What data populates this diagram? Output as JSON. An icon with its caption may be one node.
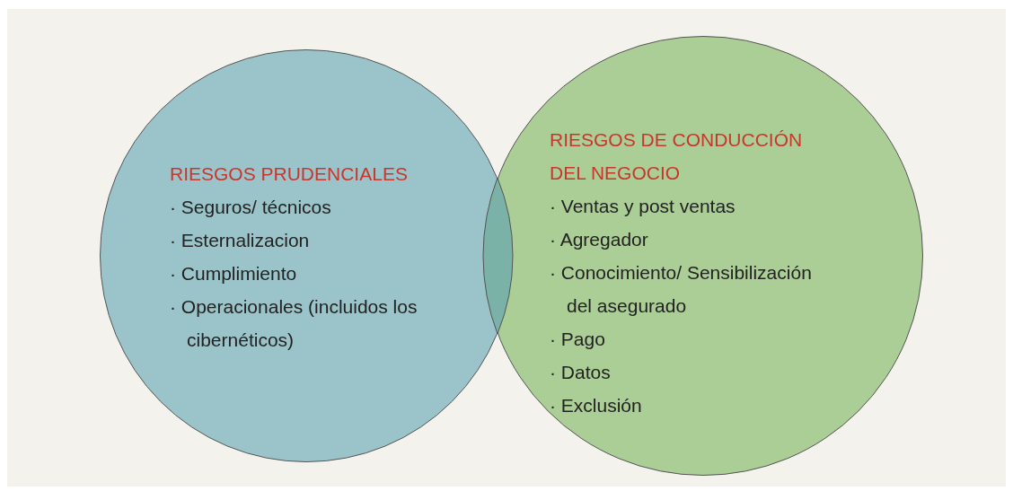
{
  "diagram": {
    "nodes": [
      {
        "text": [
          "RIESGOS PRUDENCIALES",
          "· Seguros/ técnicos",
          "· Esternalizacion",
          "· Cumplimiento",
          "· Operacionales (incluidos los cibernéticos)"
        ]
      },
      {
        "text": [
          "RIESGOS DE CONDUCCIÓN DEL NEGOCIO",
          "· Ventas y post ventas",
          "· Agregador",
          "· Conocimiento/ Sensibilización del asegurado",
          "· Pago",
          "· Datos",
          "· Exclusión"
        ]
      }
    ]
  }
}
